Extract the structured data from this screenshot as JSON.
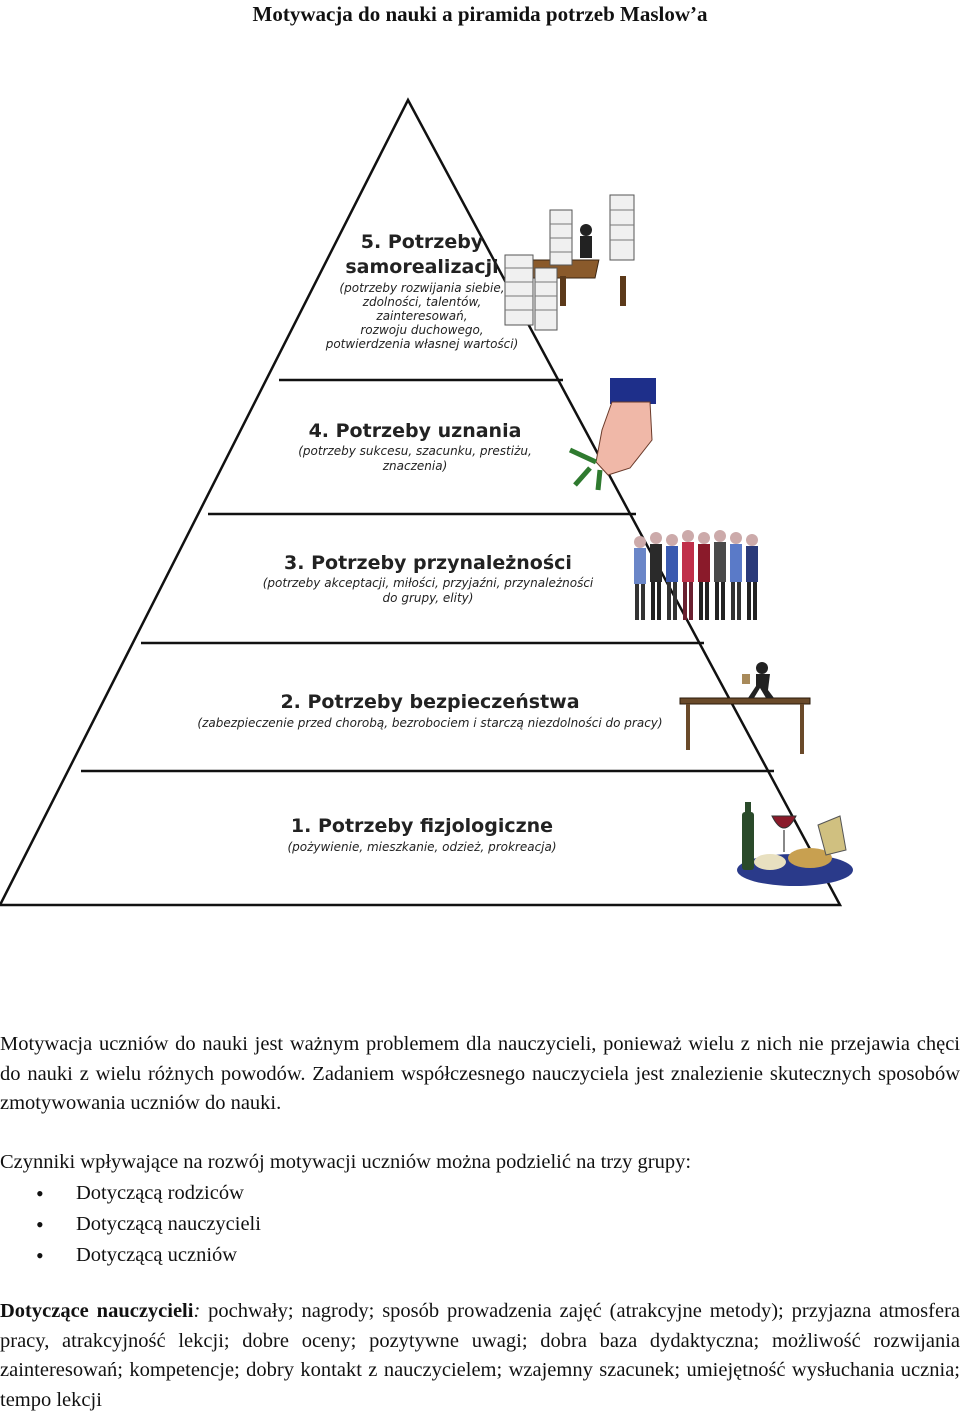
{
  "title": "Motywacja do nauki a piramida potrzeb Maslow’a",
  "pyramid": {
    "levels": [
      {
        "title": "5. Potrzeby",
        "title2": "samorealizacji",
        "sub": [
          "(potrzeby rozwijania siebie,",
          "zdolności, talentów,",
          "zainteresowań,",
          "rozwoju duchowego,",
          "potwierdzenia własnej wartości)"
        ],
        "icon": "office-desk-with-paper-stacks-icon"
      },
      {
        "title": "4. Potrzeby uznania",
        "sub": [
          "(potrzeby sukcesu, szacunku, prestiżu,",
          "znaczenia)"
        ],
        "icon": "hand-with-money-icon"
      },
      {
        "title": "3. Potrzeby przynależności",
        "sub": [
          "(potrzeby akceptacji, miłości, przyjaźni, przynależności",
          "do grupy, elity)"
        ],
        "icon": "group-of-people-icon"
      },
      {
        "title": "2. Potrzeby bezpieczeństwa",
        "sub": [
          "(zabezpieczenie przed chorobą, bezrobociem i starczą niezdolności do pracy)"
        ],
        "icon": "person-on-bridge-icon"
      },
      {
        "title": "1. Potrzeby fizjologiczne",
        "sub": [
          "(pożywienie, mieszkanie, odzież, prokreacja)"
        ],
        "icon": "food-and-wine-icon"
      }
    ]
  },
  "paragraph1": "Motywacja uczniów do nauki jest ważnym problemem dla nauczycieli, ponieważ wielu z nich nie przejawia chęci do nauki z wielu różnych powodów. Zadaniem współczesnego nauczyciela jest znalezienie skutecznych sposobów zmotywowania uczniów do nauki.",
  "paragraph2": "Czynniki wpływające na rozwój motywacji uczniów można podzielić na trzy grupy:",
  "bullets": [
    "Dotyczącą rodziców",
    "Dotyczącą nauczycieli",
    "Dotyczącą uczniów"
  ],
  "paragraph3": {
    "lead": "Dotyczące nauczycieli",
    "colon": ":",
    "text": " pochwały; nagrody; sposób prowadzenia zajęć (atrakcyjne metody); przyjazna atmosfera pracy, atrakcyjność lekcji; dobre oceny; pozytywne uwagi; dobra baza dydaktyczna; możliwość rozwijania zainteresowań; kompetencje; dobry kontakt z nauczycielem; wzajemny szacunek; umiejętność wysłuchania ucznia; tempo lekcji"
  }
}
